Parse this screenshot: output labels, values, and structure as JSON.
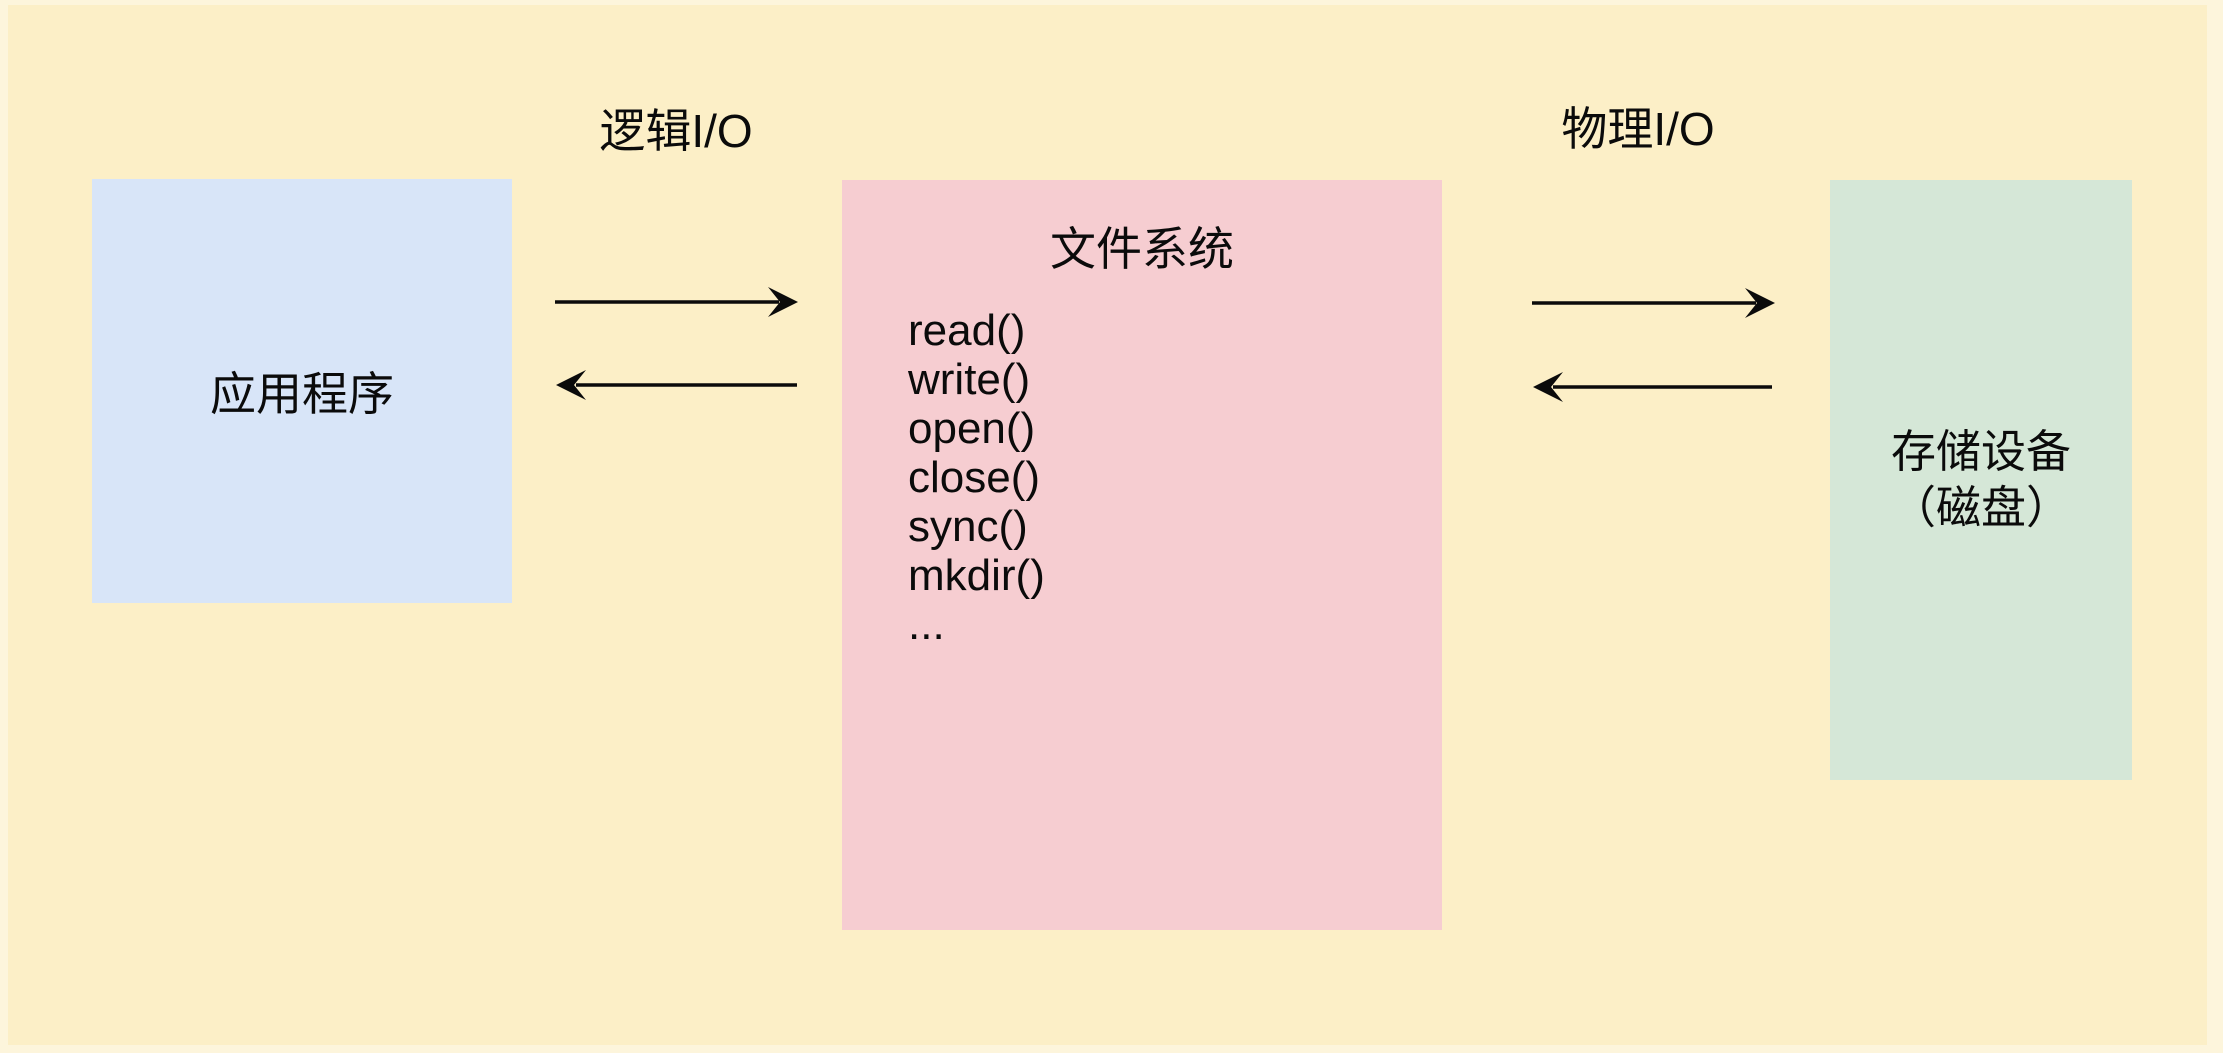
{
  "colors": {
    "outer_edge": "#FDF5DC",
    "background": "#FCEFC7",
    "application_box": "#D8E5F8",
    "filesystem_box": "#F6CDD1",
    "storage_box": "#D5E7D7",
    "text": "#0B0B0B",
    "arrow": "#0B0B0B"
  },
  "labels": {
    "logical_io": "逻辑I/O",
    "physical_io": "物理I/O"
  },
  "boxes": {
    "application": {
      "label": "应用程序"
    },
    "filesystem": {
      "title": "文件系统",
      "functions": [
        "read()",
        "write()",
        "open()",
        "close()",
        "sync()",
        "mkdir()",
        "..."
      ]
    },
    "storage": {
      "line1": "存储设备",
      "line2": "（磁盘）"
    }
  },
  "edges": [
    {
      "from": "应用程序",
      "to": "文件系统",
      "label": "逻辑I/O",
      "direction": "bidirectional"
    },
    {
      "from": "文件系统",
      "to": "存储设备（磁盘）",
      "label": "物理I/O",
      "direction": "bidirectional"
    }
  ]
}
